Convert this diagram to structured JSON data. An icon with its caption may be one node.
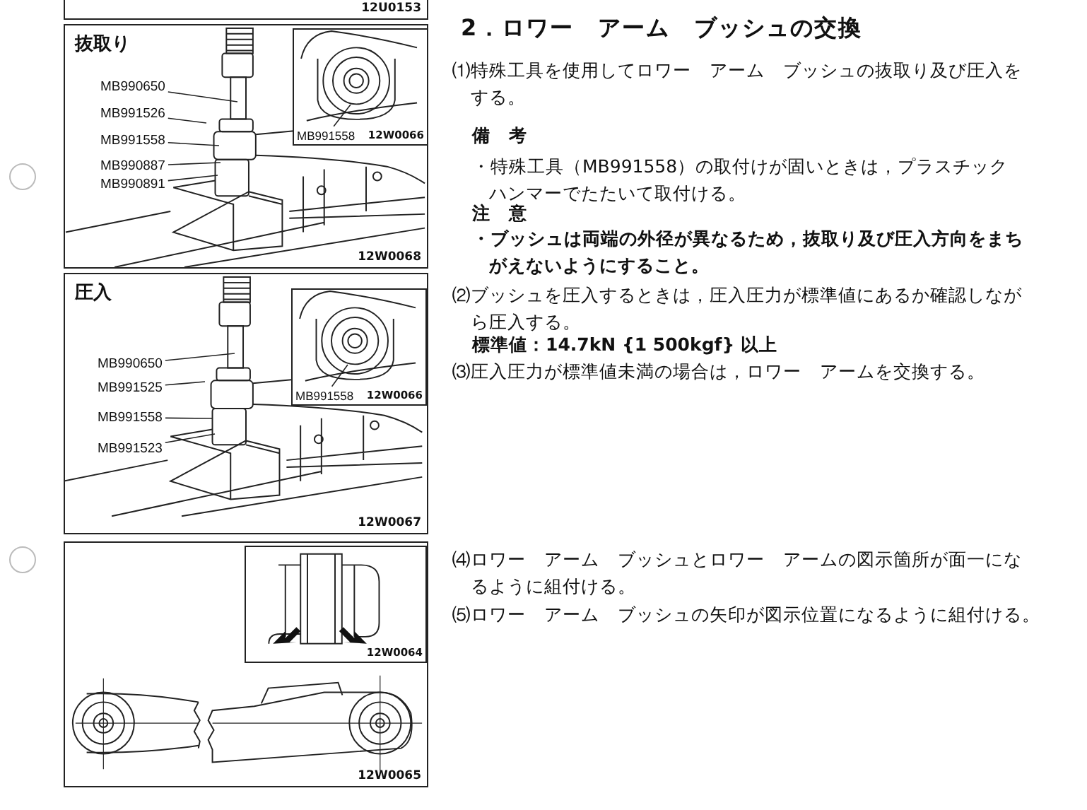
{
  "diagram": {
    "title": "2．ロワー　アーム　ブッシュの交換",
    "nodes": [
      {
        "text": [
          "12U0153"
        ]
      },
      {
        "text": [
          "抜取り",
          "12W0068"
        ]
      },
      {
        "text": [
          "MB990650"
        ],
        "in": 1
      },
      {
        "text": [
          "MB991526"
        ],
        "in": 1
      },
      {
        "text": [
          "MB991558"
        ],
        "in": 1
      },
      {
        "text": [
          "MB990887"
        ],
        "in": 1
      },
      {
        "text": [
          "MB990891"
        ],
        "in": 1
      },
      {
        "text": [
          "12W0066"
        ],
        "in": 1
      },
      {
        "text": [
          "MB991558"
        ],
        "in": 7
      },
      {
        "text": [
          "圧入",
          "12W0067"
        ]
      },
      {
        "text": [
          "MB990650"
        ],
        "in": 9
      },
      {
        "text": [
          "MB991525"
        ],
        "in": 9
      },
      {
        "text": [
          "MB991558"
        ],
        "in": 9
      },
      {
        "text": [
          "MB991523"
        ],
        "in": 9
      },
      {
        "text": [
          "12W0066"
        ],
        "in": 9
      },
      {
        "text": [
          "MB991558"
        ],
        "in": 14
      },
      {
        "text": [
          "12W0065"
        ]
      },
      {
        "text": [
          "12W0064"
        ],
        "in": 16
      }
    ],
    "edges": [
      {
        "from": 2,
        "to": null,
        "arrow": "none"
      },
      {
        "from": 3,
        "to": null,
        "arrow": "none"
      },
      {
        "from": 4,
        "to": null,
        "arrow": "none"
      },
      {
        "from": 5,
        "to": null,
        "arrow": "none"
      },
      {
        "from": 6,
        "to": null,
        "arrow": "none"
      },
      {
        "from": 8,
        "to": null,
        "arrow": "none"
      },
      {
        "from": 10,
        "to": null,
        "arrow": "none"
      },
      {
        "from": 11,
        "to": null,
        "arrow": "none"
      },
      {
        "from": 12,
        "to": null,
        "arrow": "none"
      },
      {
        "from": 13,
        "to": null,
        "arrow": "none"
      },
      {
        "from": 15,
        "to": null,
        "arrow": "none"
      }
    ],
    "labels": [
      "⑴特殊工具を使用してロワー　アーム　ブッシュの抜取り及び圧入をする。",
      "備　考",
      "・特殊工具（MB991558）の取付けが固いときは，プラスチックハンマーでたたいて取付ける。",
      "注　意",
      "・ブッシュは両端の外径が異なるため，抜取り及び圧入方向をまちがえないようにすること。",
      "⑵ブッシュを圧入するときは，圧入圧力が標準値にあるか確認しながら圧入する。",
      "標準値：14.7kN {1 500kgf} 以上",
      "⑶圧入圧力が標準値未満の場合は，ロワー　アームを交換する。",
      "⑷ロワー　アーム　ブッシュとロワー　アームの図示箇所が面一になるように組付ける。",
      "⑸ロワー　アーム　ブッシュの矢印が図示位置になるように組付ける。"
    ]
  }
}
